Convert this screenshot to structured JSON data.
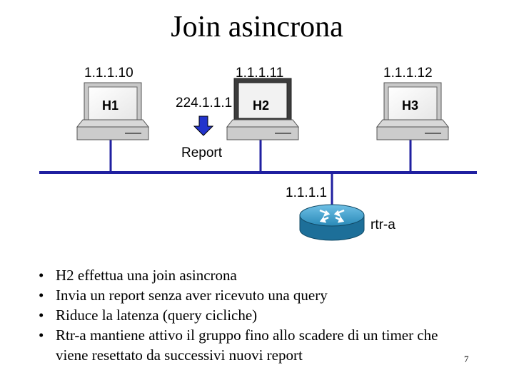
{
  "title": "Join asincrona",
  "hosts": [
    {
      "name": "H1",
      "ip": "1.1.1.10"
    },
    {
      "name": "H2",
      "ip": "1.1.1.11"
    },
    {
      "name": "H3",
      "ip": "1.1.1.12"
    }
  ],
  "group_address": "224.1.1.1",
  "report_label": "Report",
  "router": {
    "name": "rtr-a",
    "ip": "1.1.1.1"
  },
  "bullets": [
    "H2 effettua una join asincrona",
    "Invia un report senza aver ricevuto una query",
    "Riduce la latenza (query cicliche)",
    "Rtr-a mantiene attivo il gruppo fino allo scadere di un timer che viene resettato da successivi nuovi report"
  ],
  "page_number": "7",
  "colors": {
    "lan": "#1f1fa0",
    "router": "#2a8ab8",
    "arrow": "#2233cc"
  }
}
